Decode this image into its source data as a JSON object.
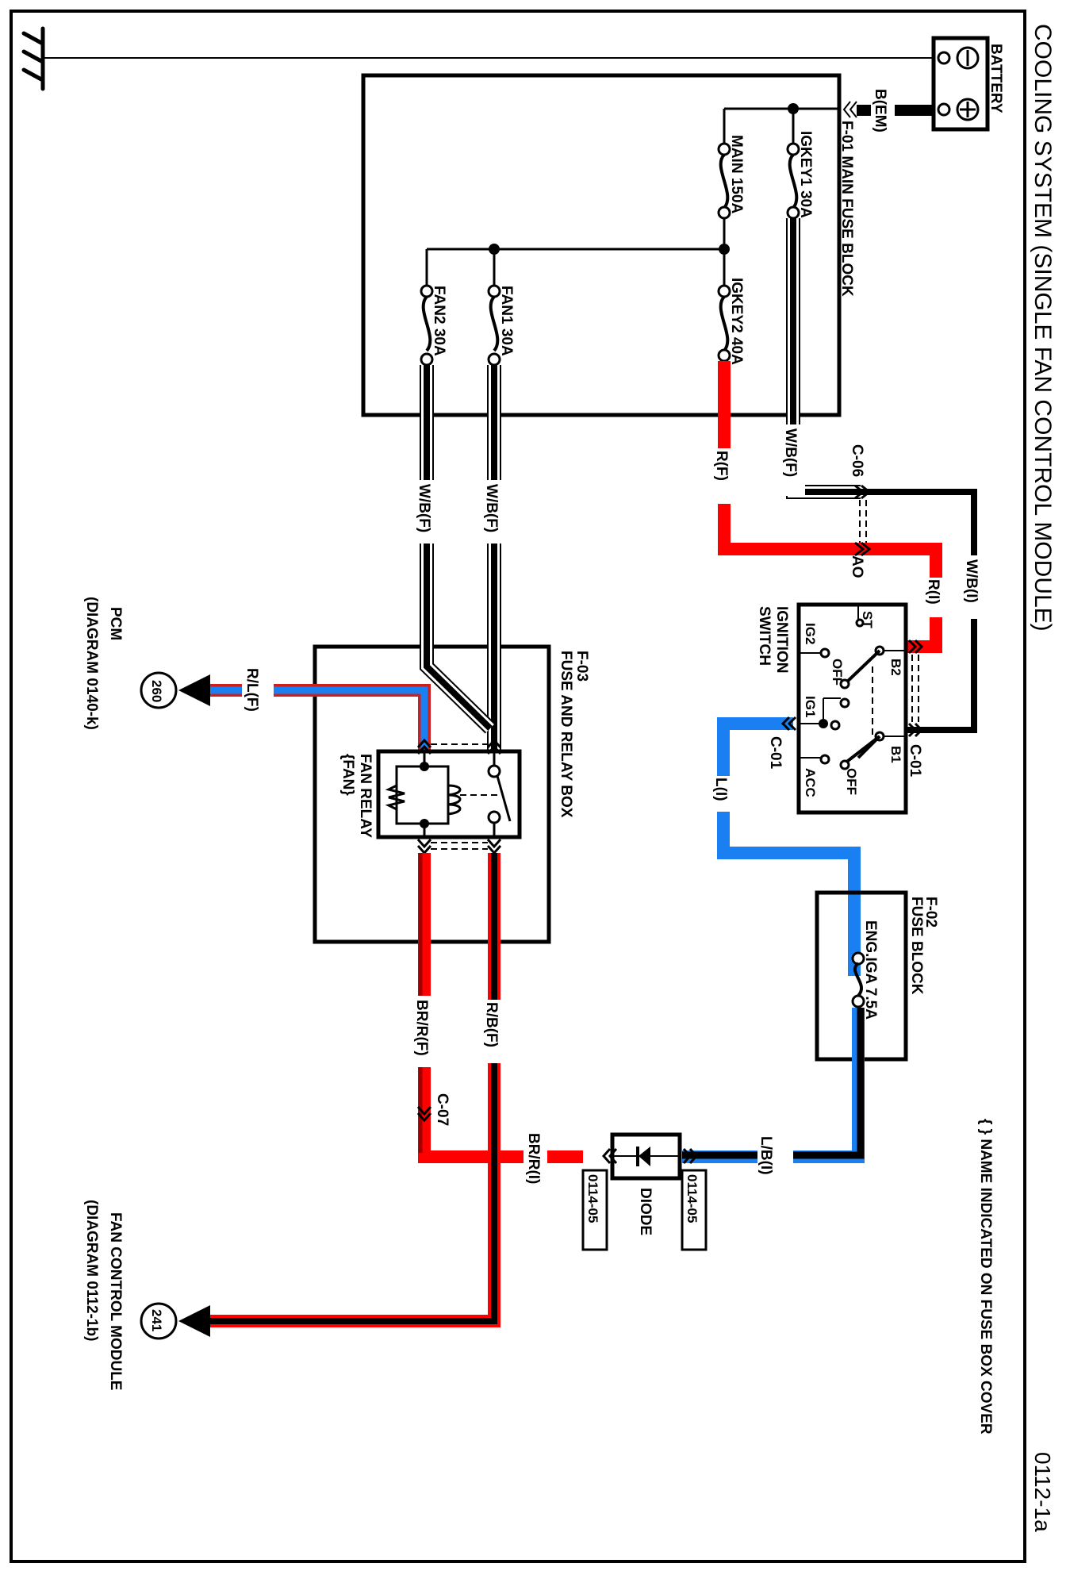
{
  "title": "COOLING SYSTEM (SINGLE FAN CONTROL MODULE)",
  "page_number": "0112-1a",
  "note": "{ } NAME INDICATED ON FUSE BOX COVER",
  "colors": {
    "red": "#ff0000",
    "blue": "#1a7ff0",
    "black": "#000000",
    "brown": "#a00000"
  },
  "ground": {
    "icon": "ground-icon"
  },
  "battery": {
    "label": "BATTERY",
    "neg_symbol": "⊖",
    "pos_symbol": "⊕",
    "wire_label": "B(EM)"
  },
  "main_fuse_block": {
    "label": "F-01 MAIN FUSE BLOCK",
    "fuses": [
      {
        "name": "IGKEY1 30A"
      },
      {
        "name": "MAIN 150A"
      },
      {
        "name": "IGKEY2 40A"
      },
      {
        "name": "FAN1 30A"
      },
      {
        "name": "FAN2 30A"
      }
    ]
  },
  "wires": {
    "igkey1_out": "W/B(F)",
    "igkey2_out": "R(F)",
    "fan1_out": "W/B(F)",
    "fan2_out": "W/B(F)",
    "ign_b1_in": "W/B(I)",
    "ign_b2_in": "R(I)",
    "ign_ig1_out": "L(I)",
    "fuse_out": "L/B(I)",
    "diode_out": "BR/R(I)",
    "relay_coil_out": "BR/R(F)",
    "relay_switch_out": "R/B(F)",
    "pcm_wire": "R/L(F)"
  },
  "connectors": {
    "c06": "C-06",
    "ao": "AO",
    "c01_top": "C-01",
    "c01_bottom": "C-01",
    "c07": "C-07"
  },
  "ignition_switch": {
    "label_line1": "IGNITION",
    "label_line2": "SWITCH",
    "terminals": {
      "st": "ST",
      "ig2": "IG2",
      "ig1": "IG1",
      "acc": "ACC",
      "b1": "B1",
      "b2": "B2",
      "off_upper": "OFF",
      "off_lower": "OFF"
    }
  },
  "fuse_block_f02": {
    "id": "F-02",
    "label": "FUSE BLOCK",
    "fuse": "ENG.IGA 7.5A"
  },
  "diode": {
    "label": "DIODE",
    "ref_left": "0114-05",
    "ref_right": "0114-05"
  },
  "fuse_relay_box": {
    "id": "F-03",
    "label": "FUSE AND RELAY BOX",
    "relay_name": "FAN RELAY",
    "relay_cover_name": "{FAN}"
  },
  "pcm": {
    "badge": "260",
    "label": "PCM",
    "ref": "(DIAGRAM 0140-k)"
  },
  "fan_control_module": {
    "badge": "241",
    "label": "FAN CONTROL MODULE",
    "ref": "(DIAGRAM 0112-1b)"
  }
}
